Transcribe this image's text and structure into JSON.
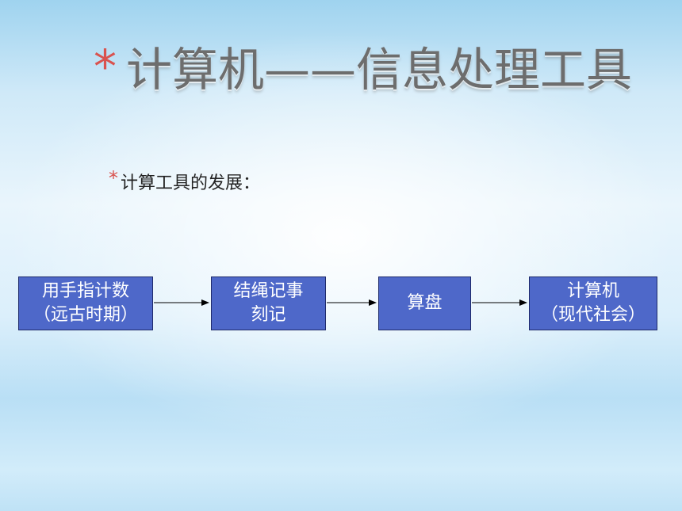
{
  "title": {
    "bullet": "*",
    "text": "计算机——信息处理工具"
  },
  "subtitle": {
    "bullet": "*",
    "text": "计算工具的发展："
  },
  "flow": [
    {
      "line1": "用手指计数",
      "line2": "（远古时期）"
    },
    {
      "line1": "结绳记事",
      "line2": "刻记"
    },
    {
      "line1": "算盘",
      "line2": ""
    },
    {
      "line1": "计算机",
      "line2": "（现代社会）"
    }
  ],
  "colors": {
    "box_fill": "#4e68c9",
    "box_border": "#1e2a6a",
    "bullet": "#d9534f",
    "title_text": "#6d6d6d"
  }
}
